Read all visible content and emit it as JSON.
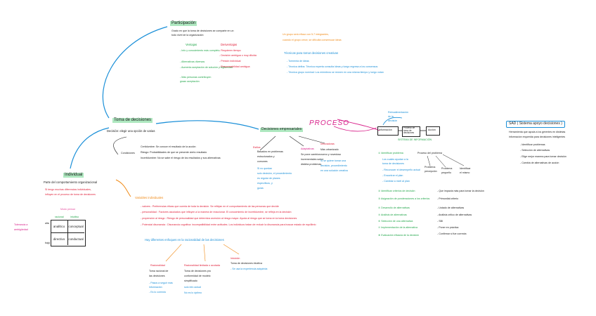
{
  "colors": {
    "black": "#1a1a1a",
    "green": "#22a64a",
    "red": "#e0203a",
    "orange": "#f08a17",
    "blue": "#1a8fd8",
    "magenta": "#d8208a",
    "highlight": "#aee8c0"
  },
  "participacion": {
    "title": "Participación",
    "def1": "Grado en que la toma de decisiones se comparte en un",
    "def2": "todo nivel de la organización",
    "ventajas": {
      "title": "Ventajas",
      "items": [
        "- Info y conocimiento más completo",
        "- Alternativas diversas",
        "- Aumenta aceptación de solución y legitimidad",
        "- Más personas contribuyen",
        "  graan aceptación"
      ]
    },
    "desventajas": {
      "title": "Desventajas",
      "items": [
        "- Requieren tiempo",
        "- Decisión ambigua o muy diluida",
        "- Presión individual",
        "- Responsabilidad ambigua"
      ]
    },
    "groupthink": [
      "Un grupo será eficaz con 5-7 integrantes,",
      "cuando el grupo crece, se dificulta consensuar ideas"
    ],
    "tecnicas": {
      "title": "Técnicas para tomar decisiones creativas",
      "items": [
        "- Tormenta de ideas",
        "- Técnica delfos: Técnica experta consulta ideas y luego regresa a los consensos",
        "- Técnica grupo nominal: Los miembros se reúnen en una misma tiempo y luego votan"
      ]
    }
  },
  "toma": {
    "title": "Toma de decisiones",
    "def": "Decisión: elegir una opción de varias",
    "certidumbre": "Certidumbre: Se conoce el resultado de la acción",
    "riesgo": "Riesgo: Probabilidades de que se presente cierto resultado",
    "incertidumbre": "Incertidumbre: No se sabe el riesgo de los resultados y sus alternativas",
    "condiciones": "Condiciones"
  },
  "individual": {
    "title": "Individual",
    "def": "Parte del comportamiento organizacional",
    "note1": "Si tengo muchas diferencias individuales,",
    "note2": "influyen en el proceso de toma de decisiones",
    "tolerancia": [
      "Tolerancia a",
      "ambigüedad"
    ],
    "modo": "Modo pensar",
    "racional": "racional",
    "intuitivo": "intuitivo",
    "alta": "alta",
    "baja": "baja",
    "grid": [
      "analítico",
      "conceptual",
      "directivo",
      "conductual"
    ]
  },
  "variables": {
    "title": "Variables individuales",
    "items": [
      "- valores : Preferencias éticas que cuenta de toda la decisión. Se reflejan en el comportamiento de las personas que decide",
      "- personalidad : Factores asociados que influyen a la manera de reaccionar. El conocimiento de incertidumbre, se refleja en la decisión",
      "- propensión al riesgo : Riesgo de personalidad que determina aversión al riesgo mayor. Ayuda al riesgo que se toma en la toma decisiones",
      "- Potencial disonancia : Disonancia cognitiva: incompatibilidad entre actitudes. Los individuos tratan de reducir la disonancia para buscar estado de equilibrio"
    ],
    "limits": "Hay diferentes enfoques en la racionalidad de las decisiones",
    "racionalidad": {
      "title": "Racionalidad",
      "items": [
        "Toma racional de",
        "las decisiones",
        "- Pasos a seguir más",
        "  información",
        "- Es lo correcto"
      ]
    },
    "limitada": {
      "title": "Racionalidad limitada o acotada",
      "items": [
        "Toma de decisiones pro",
        "conformidad de modelo",
        "simplificado",
        "solo info actual",
        "No es lo óptimo"
      ]
    },
    "intuicion": {
      "title": "Intuición",
      "items": [
        "Toma de decisiones intuitiva",
        "- Se usa la experiencia adquirida"
      ]
    }
  },
  "decisiones": {
    "title": "Decisiones empresariales",
    "proceso": "PROCESO",
    "estilos": {
      "title": "Estilos",
      "items": [
        "Basados en problemas",
        "estructurados y",
        "comunes",
        "Si no quedan",
        "solo decisión, el procedimiento",
        "es regular de planes",
        "específicos, y",
        "guías"
      ]
    },
    "adaptativa": {
      "title": "Adaptativas",
      "items": [
        "Se pone cambios",
        "incrementales sobre",
        "distinta problemas"
      ]
    },
    "innovadoras": {
      "title": "Innovadoras",
      "items": [
        "Más urbanizado",
        "nuevo y novedoso",
        "Si se quiere tomar una",
        "decisión, procedimiento",
        "en una solución creativa"
      ]
    }
  },
  "flow": {
    "top": [
      "Retroalimentación",
      "de la",
      "decisión"
    ],
    "nodes": [
      "Información",
      "Proceso de toma de decisiones",
      "Acción"
    ],
    "sistema": "SISTEMA DE INFORMACIÓN",
    "proceso_problema": "Proceso del problema",
    "steps": [
      "① Identificar problema",
      "Los cuales ayudan a la",
      "toma de decisiones",
      "- Reconocer el desempeño actual",
      "- Encontrar el plan",
      "- Cambiar a nivel al plan",
      "② Identificar criterios de decisión",
      "③ Asignación de ponderaciones a los criterios",
      "④ Desarrollo de alternativas",
      "⑤ Análisis de alternativas",
      "⑥ Selección de una alternativa",
      "⑦ Implementación de la alternativa",
      "⑧ Evaluación eficacia de la decisión"
    ],
    "right": [
      "- Que impacta más para tomar la decisión",
      "- Primordial criterio",
      "- Listado de alternativas",
      "- Análisis critico de alternativas",
      "- SBI",
      "- Poner en práctica",
      "- Confirmar si fue correcta"
    ],
    "leaves": [
      "Problema",
      "percepción",
      "Problema",
      "pequeño",
      "Identificar",
      "el mismo"
    ]
  },
  "sad": {
    "title": "SAD ( Sistema apoyo decisiones )",
    "def": [
      "Herramienta que ayuda a los gerentes en distintas",
      "informacion requerida para decisiones inteligentes"
    ],
    "items": [
      "- Identificar problemas",
      "- Selección de alternativas",
      "- Elige mejor manera para tomar decisión",
      "- Cambia de alternativas de acción"
    ]
  }
}
